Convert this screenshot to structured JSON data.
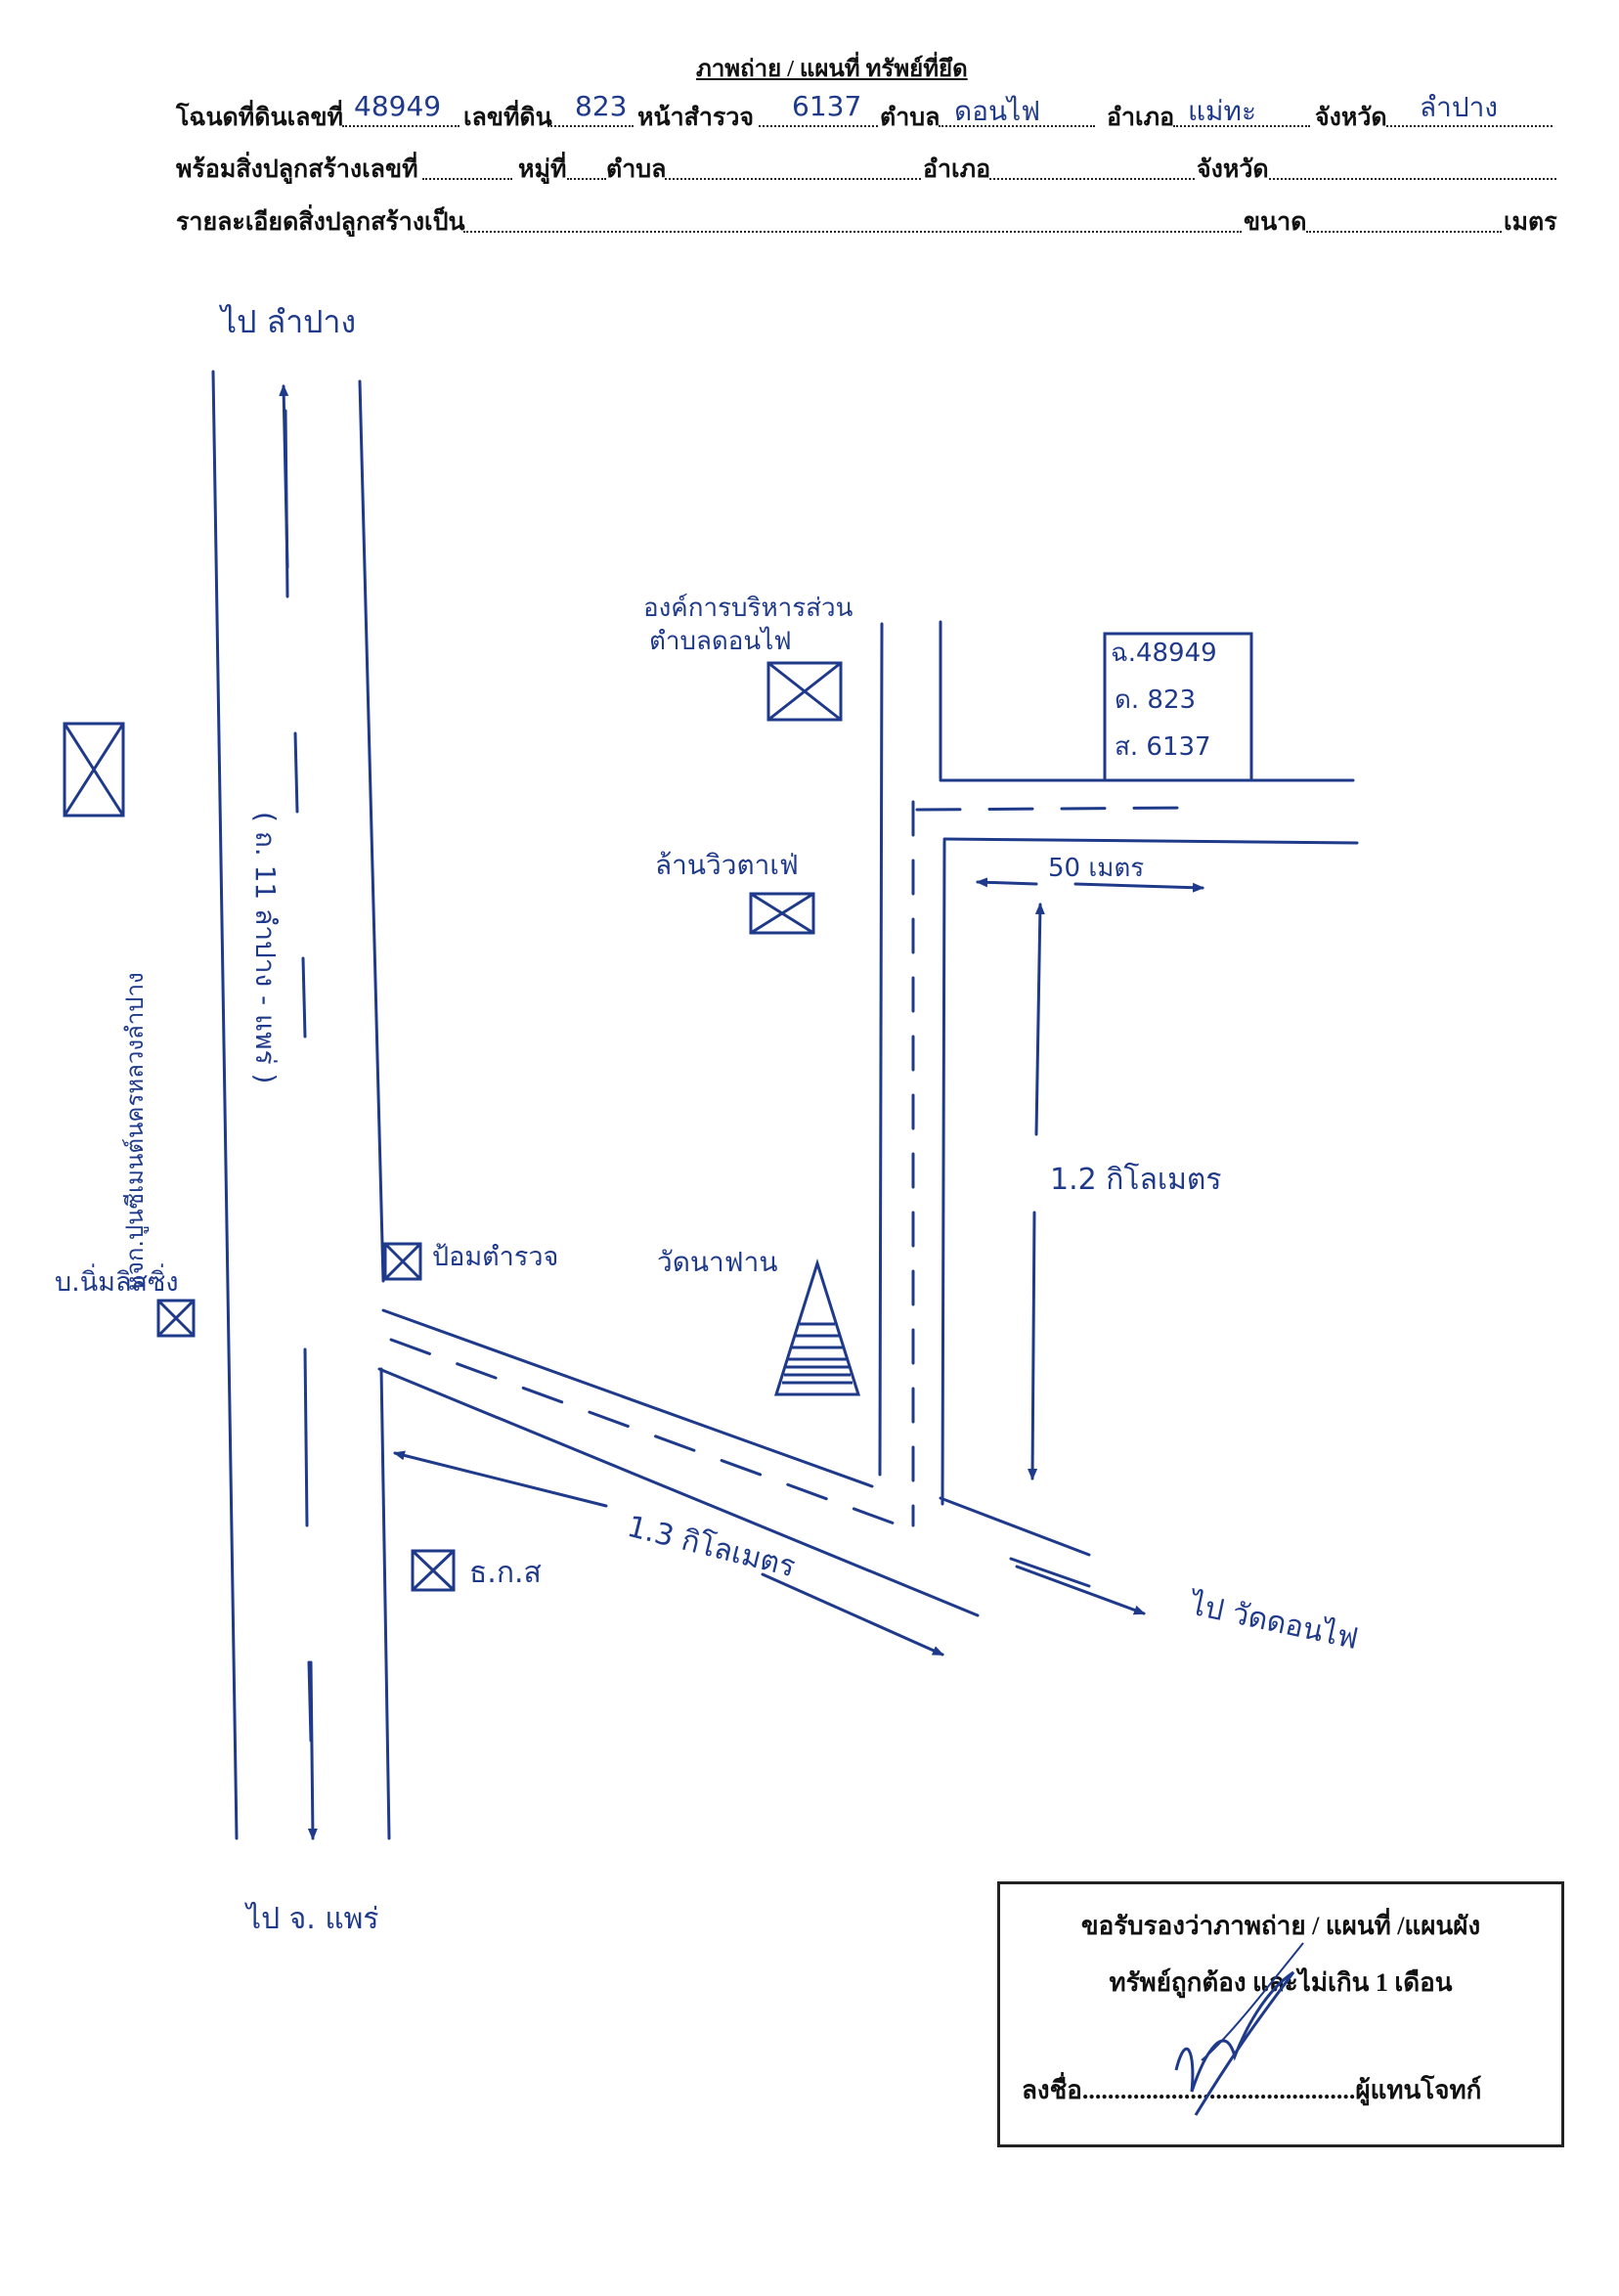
{
  "header": {
    "title": "ภาพถ่าย / แผนที่ ทรัพย์ที่ยึด",
    "row1": {
      "deed_label": "โฉนดที่ดินเลขที่",
      "deed_no": "48949",
      "land_no_label": "เลขที่ดิน",
      "land_no": "823",
      "survey_label": "หน้าสำรวจ",
      "survey_no": "6137",
      "tambon_label": "ตำบล",
      "tambon": "ดอนไฟ",
      "amphoe_label": "อำเภอ",
      "amphoe": "แม่ทะ",
      "province_label": "จังหวัด",
      "province": "ลำปาง"
    },
    "row2": {
      "building_label": "พร้อมสิ่งปลูกสร้างเลขที่",
      "moo_label": "หมู่ที่",
      "tambon_label": "ตำบล",
      "amphoe_label": "อำเภอ",
      "province_label": "จังหวัด"
    },
    "row3": {
      "detail_label": "รายละเอียดสิ่งปลูกสร้างเป็น",
      "size_label": "ขนาด",
      "unit_label": "เมตร"
    }
  },
  "map": {
    "to_lampang": "ไป ลำปาง",
    "to_phrae": "ไป จ. แพร่",
    "to_wat_don_fai": "ไป วัดดอนไฟ",
    "highway": "( ถ. 11 ลำปาง - แพร่ )",
    "left_building": "หจก.ปูนซีเมนต์นครหลวงลำปาง",
    "left_lower": "บ.นิ่มลิสซิ่ง",
    "police_box": "ป้อมตำรวจ",
    "baac": "ธ.ก.ส",
    "tao_line1": "องค์การบริหารส่วน",
    "tao_line2": "ตำบลดอนไฟ",
    "village_head": "ล้านวิวตาเฟ่",
    "temple": "วัดนาฟาน",
    "dist_13": "1.3 กิโลเมตร",
    "dist_12": "1.2 กิโลเมตร",
    "dist_50": "50 เมตร",
    "plot_line1": "ฉ.48949",
    "plot_line2": "ด. 823",
    "plot_line3": "ส. 6137"
  },
  "stamp": {
    "line1": "ขอรับรองว่าภาพถ่าย / แผนที่ /แผนผัง",
    "line2": "ทรัพย์ถูกต้อง และไม่เกิน 1 เดือน",
    "sign_label": "ลงชื่อ",
    "role": "ผู้แทนโจทก์"
  },
  "colors": {
    "ink": "#1f3a8a",
    "print": "#111111"
  }
}
